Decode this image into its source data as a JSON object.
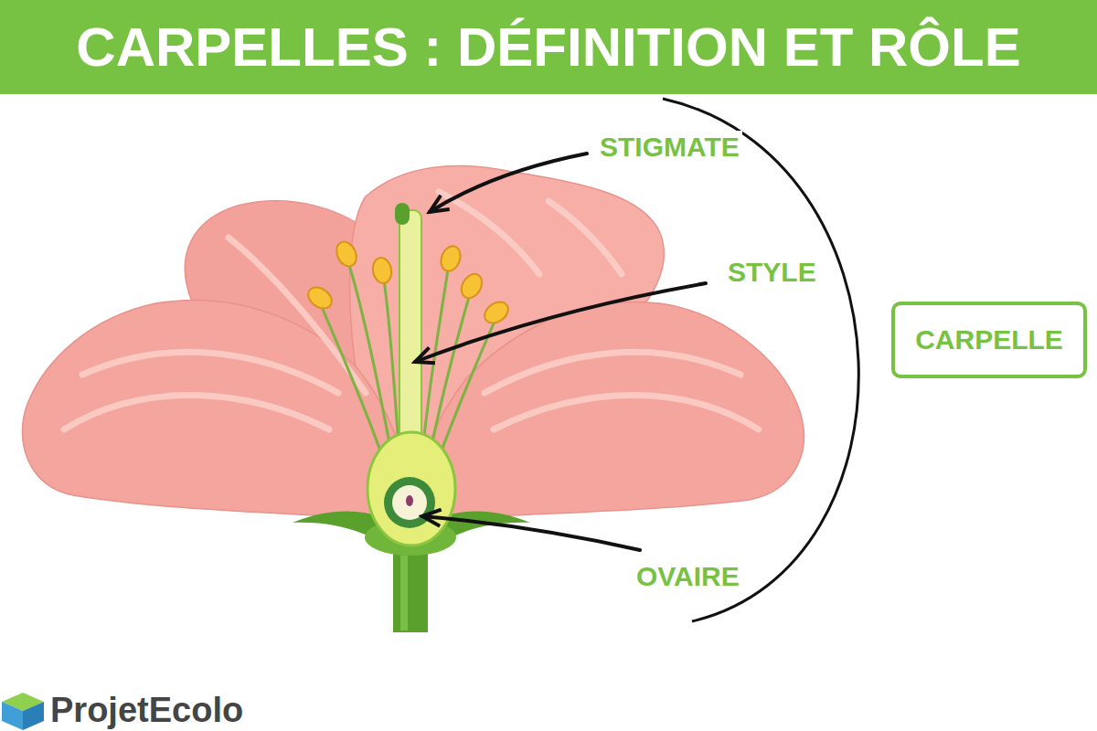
{
  "diagram": {
    "title": "CARPELLES : DÉFINITION ET RÔLE",
    "nodes": [
      {
        "text": [
          "CARPELLE"
        ]
      }
    ],
    "labels": [
      "STIGMATE",
      "STYLE",
      "OVAIRE",
      "ProjetEcolo"
    ]
  }
}
